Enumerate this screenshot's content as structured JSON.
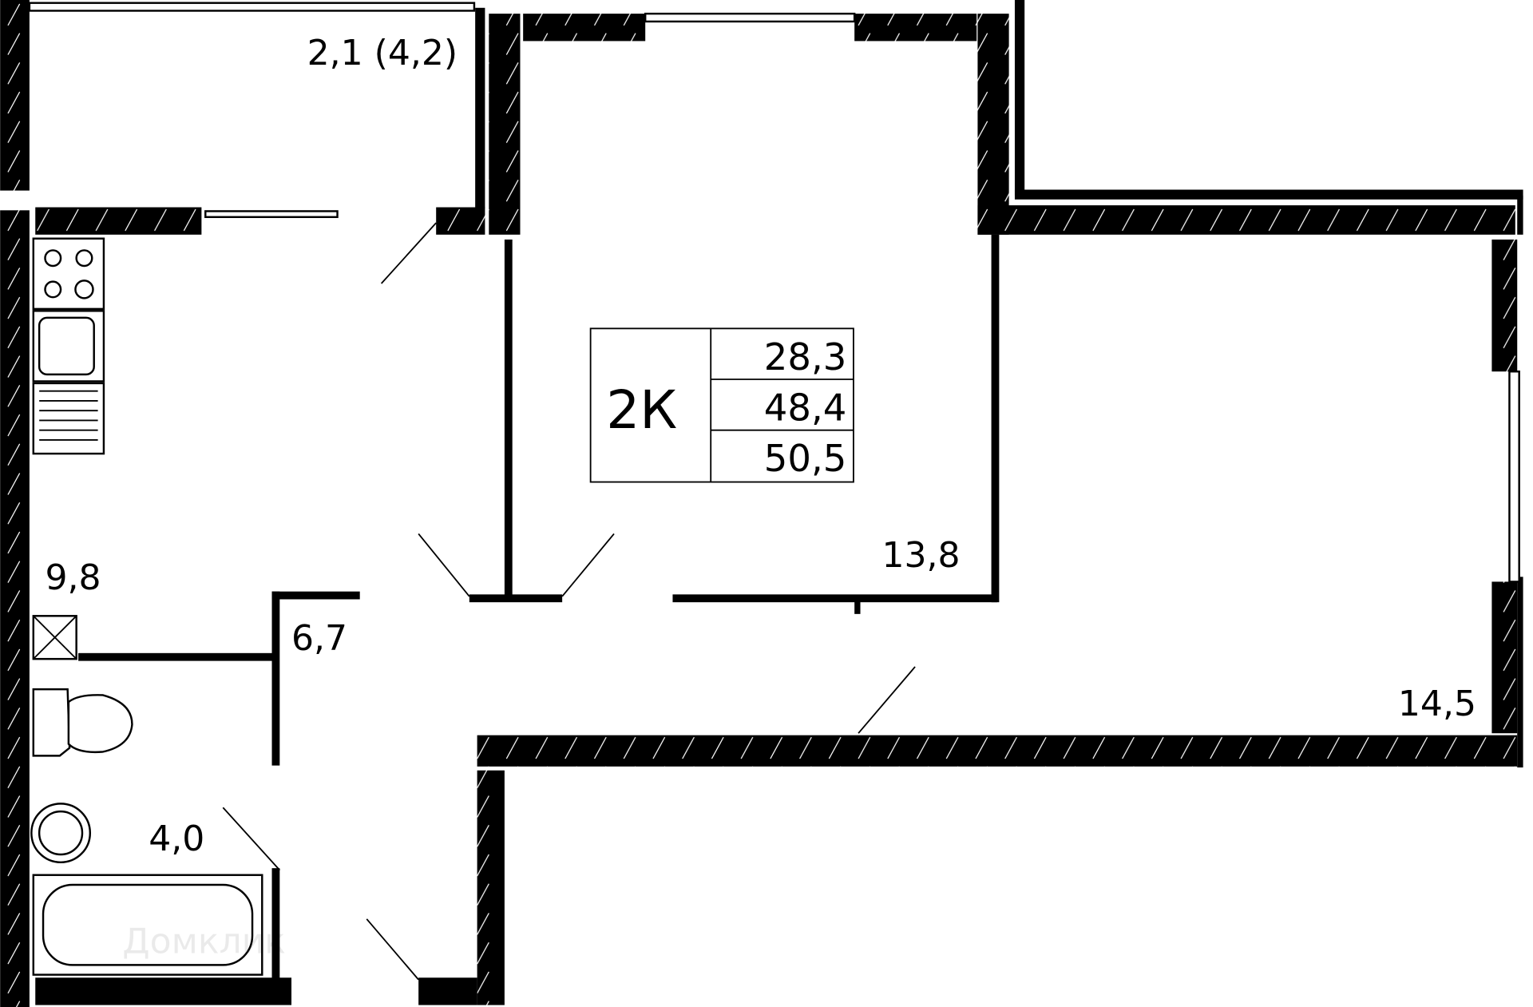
{
  "plan": {
    "rooms": {
      "balcony": "2,1 (4,2)",
      "kitchen": "9,8",
      "hall": "6,7",
      "bathroom": "4,0",
      "bedroom": "13,8",
      "living": "14,5"
    },
    "summary": {
      "type": "2К",
      "living_area": "28,3",
      "total_area": "48,4",
      "total_with_balcony": "50,5"
    },
    "watermark": "Домклик"
  }
}
